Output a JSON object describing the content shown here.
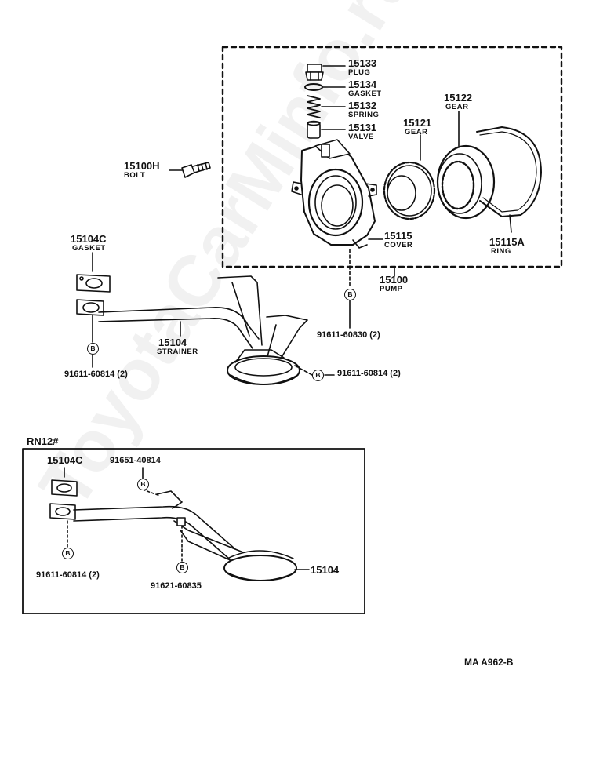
{
  "watermark": "ToyotaCarMinfo.ru",
  "parts": {
    "p15133": {
      "number": "15133",
      "name": "PLUG"
    },
    "p15134": {
      "number": "15134",
      "name": "GASKET"
    },
    "p15132": {
      "number": "15132",
      "name": "SPRING"
    },
    "p15131": {
      "number": "15131",
      "name": "VALVE"
    },
    "p15121": {
      "number": "15121",
      "name": "GEAR"
    },
    "p15122": {
      "number": "15122",
      "name": "GEAR"
    },
    "p15100H": {
      "number": "15100H",
      "name": "BOLT"
    },
    "p15115": {
      "number": "15115",
      "name": "COVER"
    },
    "p15115A": {
      "number": "15115A",
      "name": "RING"
    },
    "p15100": {
      "number": "15100",
      "name": "PUMP"
    },
    "p15104C": {
      "number": "15104C",
      "name": "GASKET"
    },
    "p15104": {
      "number": "15104",
      "name": "STRAINER"
    }
  },
  "refs": {
    "r1": "91611-60830 (2)",
    "r2": "91611-60814 (2)",
    "r3": "91611-60814 (2)",
    "badge": "B"
  },
  "inset": {
    "title": "RN12#",
    "gasket": "15104C",
    "bolt_a": "91651-40814",
    "bolt_b": "91611-60814 (2)",
    "bolt_c": "91621-60835",
    "strainer": "15104"
  },
  "diagram_code": "MA  A962-B"
}
